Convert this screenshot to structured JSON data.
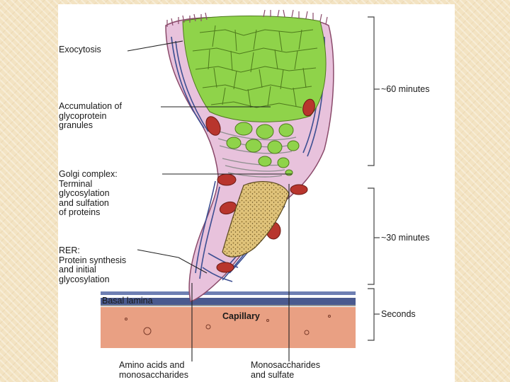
{
  "labels": {
    "exocytosis": "Exocytosis",
    "accumulation": "Accumulation of\nglycoprotein\ngranules",
    "golgi": "Golgi complex:\nTerminal\nglycosylation\nand sulfation\nof proteins",
    "rer": "RER:\nProtein synthesis\nand initial\nglycosylation",
    "basal_lamina": "Basal lamina",
    "capillary": "Capillary",
    "amino_acids": "Amino acids and\nmonosaccharides",
    "monosaccharides_sulfate": "Monosaccharides\nand sulfate"
  },
  "timeline": {
    "t60": "~60 minutes",
    "t30": "~30 minutes",
    "seconds": "Seconds"
  },
  "colors": {
    "granule_green": "#8fd34a",
    "cytoplasm_pink": "#e8c2dc",
    "rer_blue": "#3d4f92",
    "golgi_tan": "#d9be6e",
    "mitochondria_red": "#b8352d",
    "capillary_salmon": "#e9a083"
  }
}
